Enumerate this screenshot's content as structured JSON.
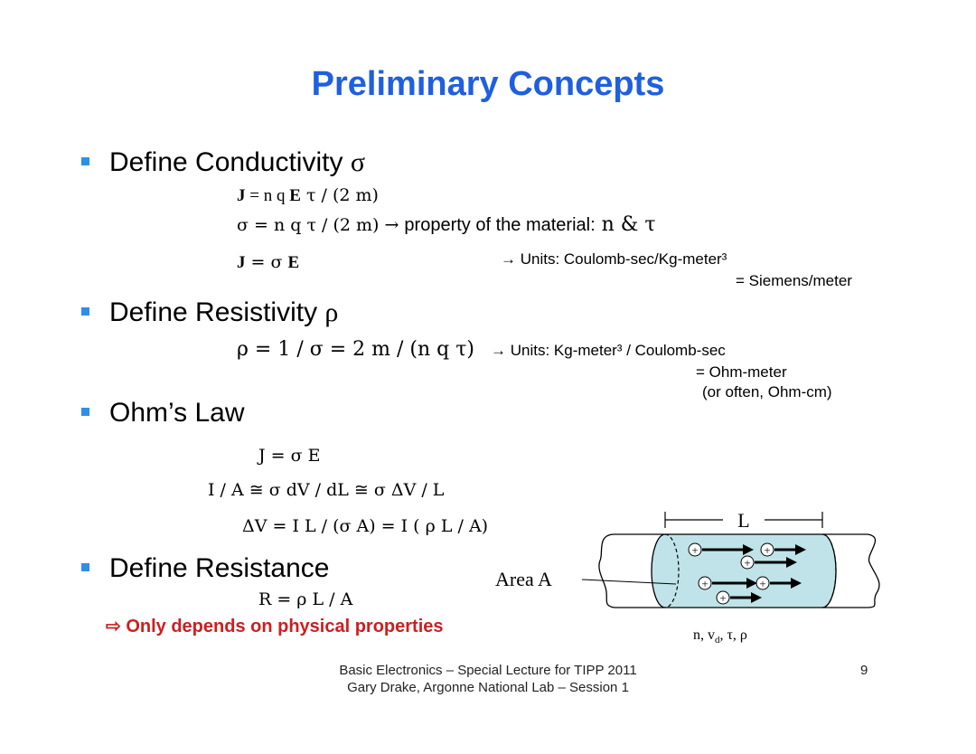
{
  "title": "Preliminary Concepts",
  "colors": {
    "title": "#1f5fe0",
    "bullet": "#2f8fe8",
    "note": "#cc1f1f",
    "wire": "#bfe3e8"
  },
  "bullets": [
    {
      "label": "Define Conductivity",
      "symbol": "σ"
    },
    {
      "label": "Define Resistivity",
      "symbol": "ρ"
    },
    {
      "label": "Ohm’s Law",
      "symbol": ""
    },
    {
      "label": "Define Resistance",
      "symbol": ""
    }
  ],
  "conductivity": {
    "eq1": {
      "lhs": "J",
      "rhs": " = n q  ",
      "E": "E",
      "tail": " τ / (2 m)"
    },
    "eq2": {
      "text": "σ = n q τ / (2 m) → ",
      "desc": "property of the material:",
      "vars": "  n & τ"
    },
    "eq3": {
      "lhs": "J",
      "mid": " = σ  ",
      "E": "E"
    },
    "units_line1": "→ Units: Coulomb-sec/Kg-meter³",
    "units_line2": "= Siemens/meter"
  },
  "resistivity": {
    "eq": "ρ = 1 / σ = 2 m / (n q τ)",
    "units_line1": "→ Units: Kg-meter³ / Coulomb-sec",
    "units_line2": "= Ohm-meter",
    "units_line3": "(or often, Ohm-cm)"
  },
  "ohms_law": {
    "eq1": "J = σ  E",
    "eq2": "I  / A ≅ σ  dV / dL ≅ σ ΔV  /  L",
    "eq3": "ΔV = I  L  / (σ  A) = I ( ρ L / A)"
  },
  "resistance": {
    "eq": "R =  ρ L / A",
    "note_arrow": "⇨",
    "note": "Only depends on physical properties"
  },
  "diagram": {
    "length_label": "L",
    "area_label": "Area A",
    "params_label": "n, vd, τ, ρ",
    "params_main": "n, v",
    "params_sub": "d",
    "params_tail": ", τ, ρ",
    "charge_symbol": "+"
  },
  "footer": {
    "line1": "Basic Electronics – Special Lecture for TIPP 2011",
    "line2": "Gary Drake, Argonne National Lab – Session 1",
    "page": "9"
  }
}
